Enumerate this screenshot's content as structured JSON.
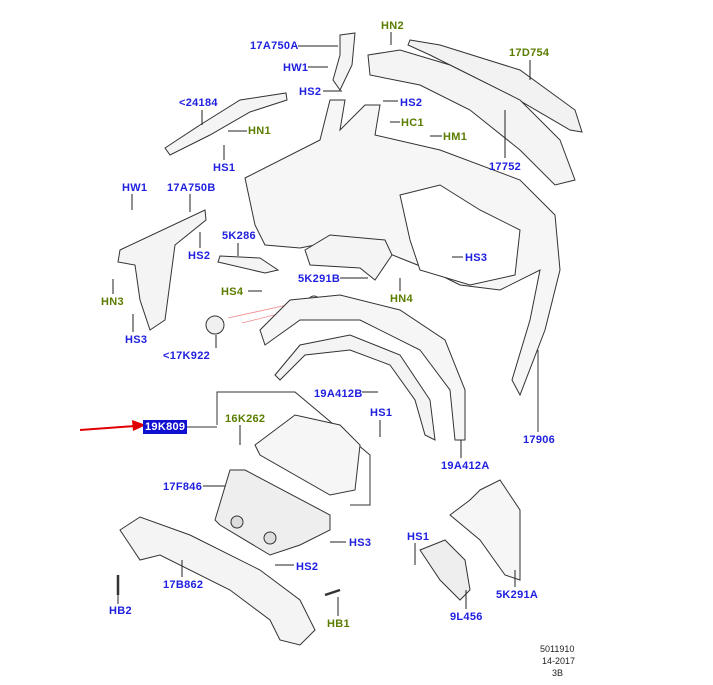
{
  "colors": {
    "label_blue": "#2020e0",
    "label_green": "#5a7d00",
    "highlight": "#1010d0",
    "arrow": "#e00000"
  },
  "labels": [
    {
      "text": "17A750A",
      "color": "blue"
    },
    {
      "text": "HW1",
      "color": "blue"
    },
    {
      "text": "HS2",
      "color": "blue"
    },
    {
      "text": "HN2",
      "color": "green"
    },
    {
      "text": "17D754",
      "color": "green"
    },
    {
      "text": "HS2",
      "color": "blue"
    },
    {
      "text": "HC1",
      "color": "green"
    },
    {
      "text": "HM1",
      "color": "green"
    },
    {
      "text": "17752",
      "color": "blue"
    },
    {
      "text": "<24184",
      "color": "blue"
    },
    {
      "text": "HN1",
      "color": "green"
    },
    {
      "text": "HS1",
      "color": "blue"
    },
    {
      "text": "HW1",
      "color": "blue"
    },
    {
      "text": "17A750B",
      "color": "blue"
    },
    {
      "text": "HS2",
      "color": "blue"
    },
    {
      "text": "5K286",
      "color": "blue"
    },
    {
      "text": "HN3",
      "color": "green"
    },
    {
      "text": "HS3",
      "color": "blue"
    },
    {
      "text": "HS4",
      "color": "green"
    },
    {
      "text": "5K291B",
      "color": "blue"
    },
    {
      "text": "HS3",
      "color": "blue"
    },
    {
      "text": "HN4",
      "color": "green"
    },
    {
      "text": "<17K922",
      "color": "blue"
    },
    {
      "text": "19A412B",
      "color": "blue"
    },
    {
      "text": "HS1",
      "color": "blue"
    },
    {
      "text": "17906",
      "color": "blue"
    },
    {
      "text": "19A412A",
      "color": "blue"
    },
    {
      "text": "19K809",
      "color": "blue",
      "selected": true
    },
    {
      "text": "16K262",
      "color": "green"
    },
    {
      "text": "17F846",
      "color": "blue"
    },
    {
      "text": "HS3",
      "color": "blue"
    },
    {
      "text": "HS2",
      "color": "blue"
    },
    {
      "text": "17B862",
      "color": "blue"
    },
    {
      "text": "HB2",
      "color": "blue"
    },
    {
      "text": "HB1",
      "color": "green"
    },
    {
      "text": "HS1",
      "color": "blue"
    },
    {
      "text": "5K291A",
      "color": "blue"
    },
    {
      "text": "9L456",
      "color": "blue"
    }
  ],
  "footer": {
    "line1": "5011910",
    "line2": "14-2017",
    "line3": "3B"
  }
}
